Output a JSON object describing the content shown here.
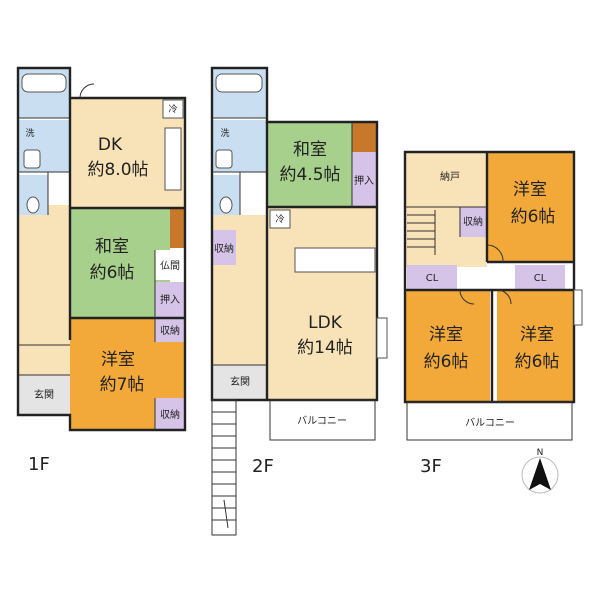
{
  "floors": [
    {
      "name": "1F",
      "rooms": {
        "dk": {
          "name": "DK",
          "size": "約8.0帖"
        },
        "washitsu": {
          "name": "和室",
          "size": "約6帖"
        },
        "yoshitsu": {
          "name": "洋室",
          "size": "約7帖"
        }
      },
      "labels": {
        "butsuma": "仏間",
        "oshiire": "押入",
        "shuno1": "収納",
        "shuno2": "収納",
        "genkan": "玄関",
        "sen": "洗",
        "rei": "冷"
      }
    },
    {
      "name": "2F",
      "rooms": {
        "washitsu": {
          "name": "和室",
          "size": "約4.5帖"
        },
        "ldk": {
          "name": "LDK",
          "size": "約14帖"
        }
      },
      "labels": {
        "oshiire": "押入",
        "shuno": "収納",
        "genkan": "玄関",
        "balcony": "バルコニー",
        "sen": "洗",
        "rei": "冷"
      }
    },
    {
      "name": "3F",
      "rooms": {
        "yoshitsu_a": {
          "name": "洋室",
          "size": "約6帖"
        },
        "yoshitsu_b": {
          "name": "洋室",
          "size": "約6帖"
        },
        "yoshitsu_c": {
          "name": "洋室",
          "size": "約6帖"
        }
      },
      "labels": {
        "nando": "納戸",
        "shuno": "収納",
        "cl1": "CL",
        "cl2": "CL",
        "balcony": "バルコニー"
      }
    }
  ],
  "compass": {
    "label": "N"
  },
  "colors": {
    "wet": "#c9dff1",
    "floor": "#f8e2b7",
    "tatami": "#a6d08b",
    "orange": "#f3a93a",
    "storage": "#d6c4e8",
    "cl": "#d6c4e8",
    "wood": "#c8782b",
    "wall": "#222222"
  }
}
